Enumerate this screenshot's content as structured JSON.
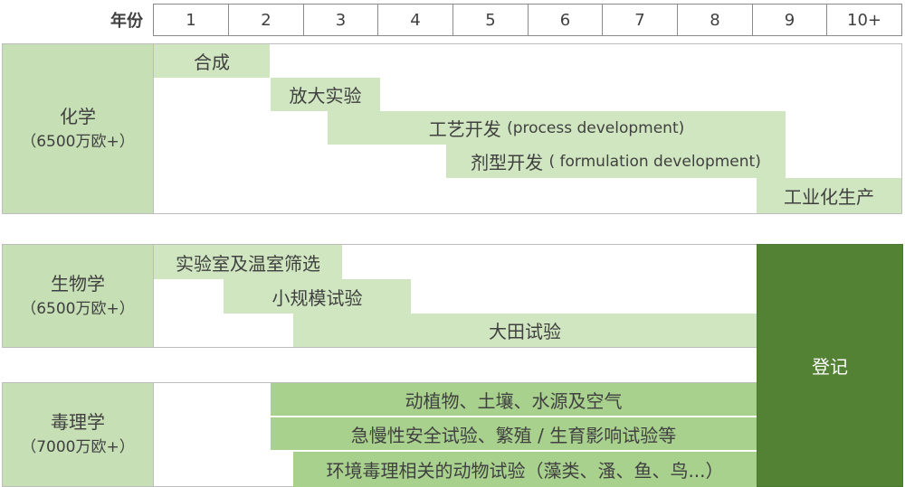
{
  "header": {
    "label": "年份",
    "years": [
      "1",
      "2",
      "3",
      "4",
      "5",
      "6",
      "7",
      "8",
      "9",
      "10+"
    ]
  },
  "chemistry": {
    "name": "化学",
    "cost": "（6500万欧+）",
    "bars": [
      {
        "label": "合成",
        "note": ""
      },
      {
        "label": "放大实验",
        "note": ""
      },
      {
        "label": "工艺开发",
        "note": "(process development)"
      },
      {
        "label": "剂型开发",
        "note": "( formulation development)"
      },
      {
        "label": "工业化生产",
        "note": ""
      }
    ]
  },
  "biology": {
    "name": "生物学",
    "cost": "（6500万欧+）",
    "bars": [
      {
        "label": "实验室及温室筛选"
      },
      {
        "label": "小规模试验"
      },
      {
        "label": "大田试验"
      }
    ]
  },
  "toxicology": {
    "name": "毒理学",
    "cost": "（7000万欧+）",
    "bars": [
      {
        "label": "动植物、土壤、水源及空气"
      },
      {
        "label": "急慢性安全试验、繁殖 / 生育影响试验等"
      },
      {
        "label": "环境毒理相关的动物试验（藻类、溞、鱼、鸟...）"
      }
    ]
  },
  "registration": {
    "label": "登记"
  }
}
